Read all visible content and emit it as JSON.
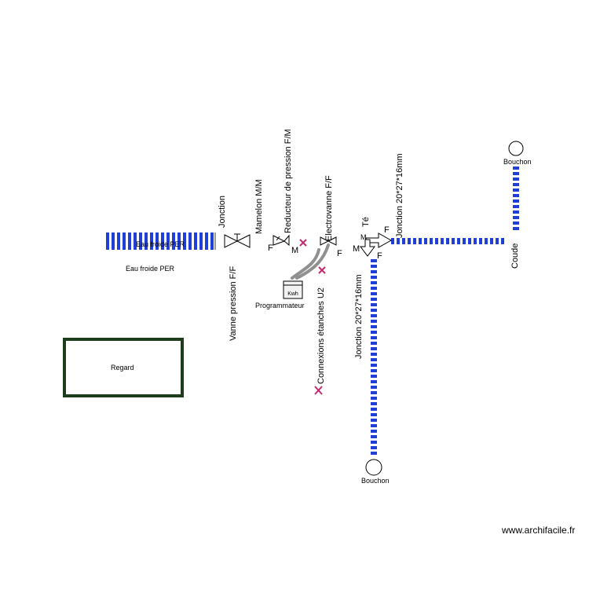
{
  "colors": {
    "pipe": "#1f3fd6",
    "regard": "#1d3d1d",
    "cross": "#c02a6e",
    "cable": "#909090"
  },
  "labels": {
    "eau_froide_per_pipe": "Eau froide PER",
    "eau_froide_per": "Eau froide PER",
    "jonction": "Jonction",
    "mamelon": "Mamelon M/M",
    "reducteur": "Reducteur de pression F/M",
    "electrovanne": "Electrovanne F/F",
    "te": "Té",
    "jonction_top": "Jonction 20*27*16mm",
    "jonction_vertical": "Jonction 20*27*16mm",
    "vanne": "Vanne pression F/F",
    "connexions": "Connexions étanches U2",
    "programmateur": "Programmateur",
    "kwh": "Kwh",
    "bouchon_top": "Bouchon",
    "bouchon_bottom": "Bouchon",
    "coude": "Coude",
    "regard": "Regard",
    "watermark": "www.archifacile.fr",
    "f_reducteur": "F",
    "m_reducteur": "M",
    "f_electrovanne": "F",
    "m_te_left": "M",
    "m_te_small": "M",
    "f_te_right": "F",
    "f_te_bottom": "F"
  }
}
